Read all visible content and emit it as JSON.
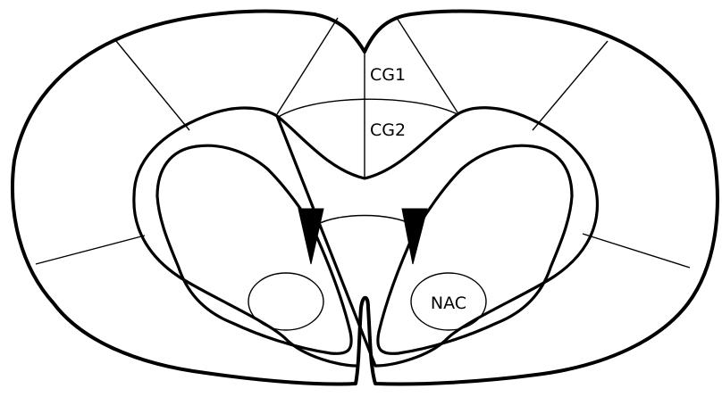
{
  "diagram": {
    "labels": {
      "cg1": "CG1",
      "cg2": "CG2",
      "nac": "NAC"
    }
  }
}
